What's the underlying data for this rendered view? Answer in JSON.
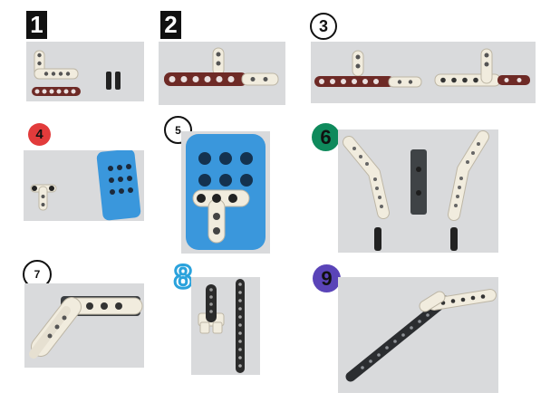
{
  "steps": [
    {
      "number": "1",
      "badge": "black-square"
    },
    {
      "number": "2",
      "badge": "black-square"
    },
    {
      "number": "3",
      "badge": "outlined-circle"
    },
    {
      "number": "4",
      "badge": "red-circle"
    },
    {
      "number": "5",
      "badge": "outlined-circle"
    },
    {
      "number": "6",
      "badge": "green-circle"
    },
    {
      "number": "7",
      "badge": "outlined-circle"
    },
    {
      "number": "8",
      "badge": "blue-outlined-digit"
    },
    {
      "number": "9",
      "badge": "purple-circle"
    }
  ],
  "colors": {
    "photo_bg": "#d9dadc",
    "beam_white": "#f1ecde",
    "beam_red": "#6e2a26",
    "connector_black": "#222222",
    "block_blue": "#3a97dc",
    "step4_badge": "#e23b3b",
    "step6_badge": "#0f8a5c",
    "step8_badge": "#2aa2dc",
    "step9_badge": "#5a44b8"
  }
}
